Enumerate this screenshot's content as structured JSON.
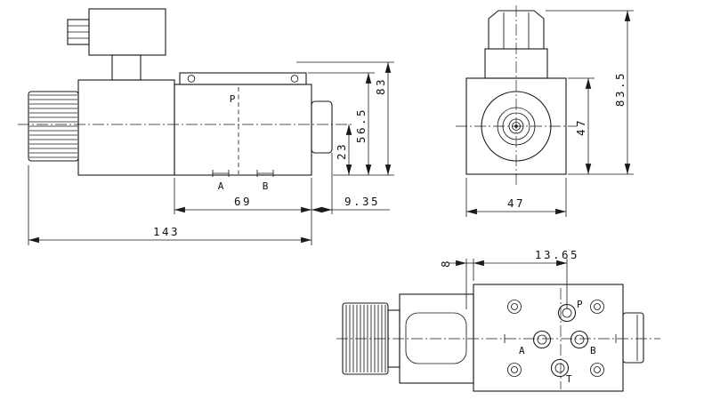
{
  "side_view": {
    "label_p": "P",
    "label_a": "A",
    "label_b": "B",
    "dim_body_width": "69",
    "dim_end_offset": "9.35",
    "dim_total_length": "143",
    "dim_port_height": "23",
    "dim_mid_height": "56.5",
    "dim_total_height": "83"
  },
  "end_view": {
    "dim_width": "47",
    "dim_height": "47",
    "dim_total_height": "83.5"
  },
  "bottom_view": {
    "label_p": "P",
    "label_a": "A",
    "label_b": "B",
    "label_t": "T",
    "dim_offset_small": "8",
    "dim_offset_port": "13.65"
  },
  "colors": {
    "line": "#1a1a1a",
    "background": "#ffffff"
  }
}
